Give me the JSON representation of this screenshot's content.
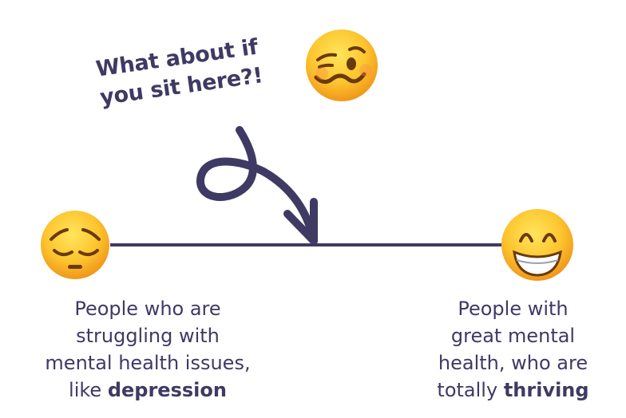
{
  "callout": {
    "line1": "What about if",
    "line2": "you sit here?!"
  },
  "emojis": {
    "top": "woozy-face",
    "left": "pensive-face",
    "right": "grinning-face-with-smiling-eyes"
  },
  "spectrum": {
    "left": {
      "lines": [
        "People who are",
        "struggling with",
        "mental health issues,"
      ],
      "prefix": "like ",
      "bold": "depression"
    },
    "right": {
      "lines": [
        "People with",
        "great mental",
        "health, who are"
      ],
      "prefix": "totally ",
      "bold": "thriving"
    }
  },
  "colors": {
    "ink": "#3f3a63",
    "emoji_yellow": "#fcc52e",
    "background": "#ffffff"
  }
}
